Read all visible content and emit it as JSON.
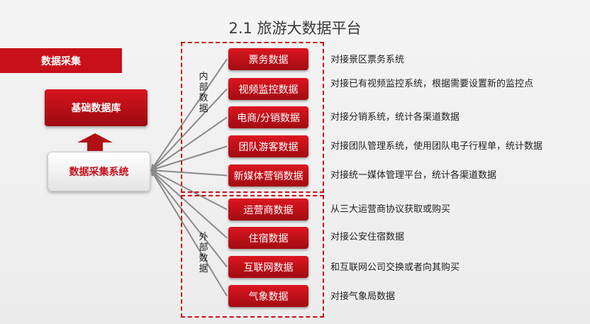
{
  "title": "2.1 旅游大数据平台",
  "data_collection_tag": "数据采集",
  "base_database": "基础数据库",
  "collection_system": "数据采集系统",
  "inner_group_label": "内部数据",
  "outer_group_label": "外部数据",
  "colors": {
    "brand_red": "#c8101a",
    "arrow_red": "#b01016"
  },
  "inner_items": [
    {
      "label": "票务数据",
      "desc": "对接景区票务系统"
    },
    {
      "label": "视频监控数据",
      "desc": "对接已有视频监控系统，根据需要设置新的监控点"
    },
    {
      "label": "电商/分销数据",
      "desc": "对接分销系统，统计各渠道数据"
    },
    {
      "label": "团队游客数据",
      "desc": "对接团队管理系统，使用团队电子行程单，统计数据"
    },
    {
      "label": "新媒体营销数据",
      "desc": "对接统一媒体管理平台，统计各渠道数据"
    }
  ],
  "outer_items": [
    {
      "label": "运营商数据",
      "desc": "从三大运营商协议获取或购买"
    },
    {
      "label": "住宿数据",
      "desc": "对接公安住宿数据"
    },
    {
      "label": "互联网数据",
      "desc": "和互联网公司交换或者向其购买"
    },
    {
      "label": "气象数据",
      "desc": "对接气象局数据"
    }
  ]
}
